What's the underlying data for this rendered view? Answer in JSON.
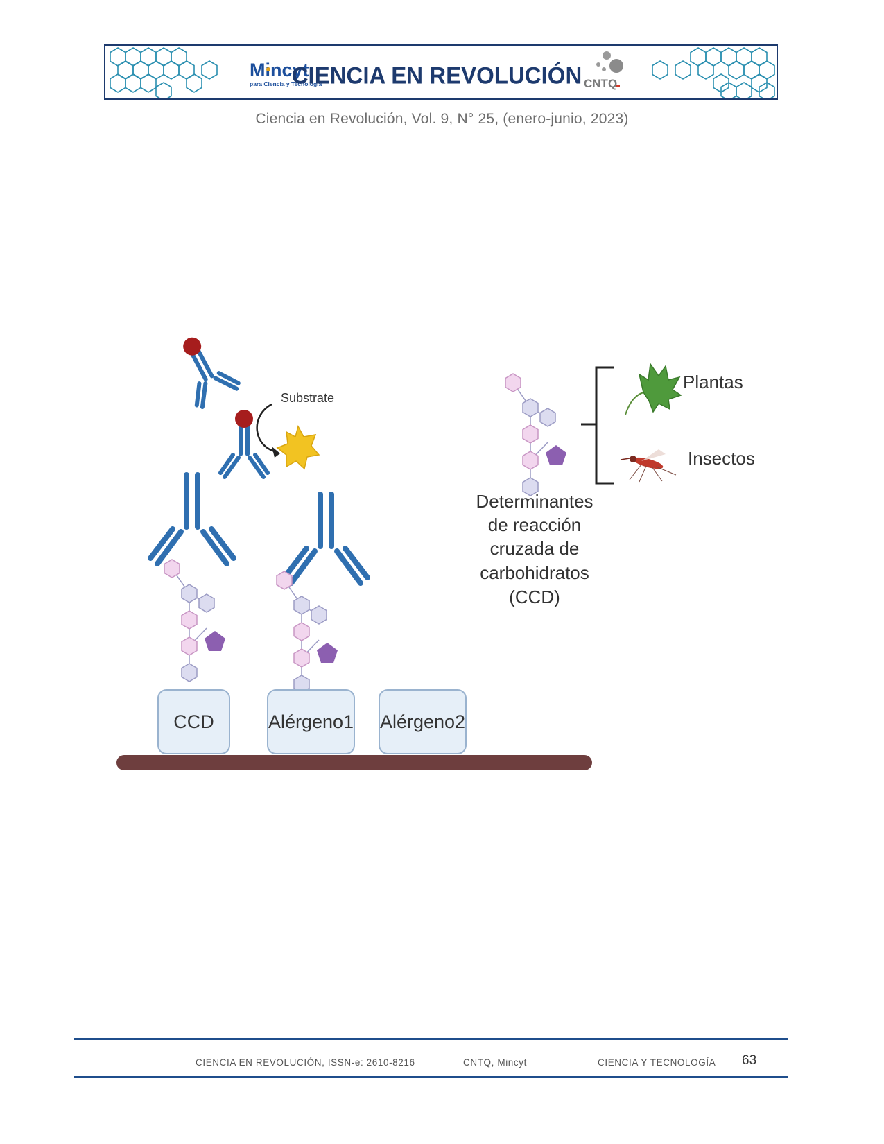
{
  "header": {
    "logo_left_name": "Mincyt",
    "logo_left_sub": "para Ciencia y Tecnología",
    "journal_title": "CIENCIA EN REVOLUCIÓN",
    "logo_right_name": "CNTQ",
    "issue_line": "Ciencia en Revolución, Vol. 9, N° 25, (enero-junio, 2023)"
  },
  "figure": {
    "substrate_label": "Substrate",
    "boxes": [
      "CCD",
      "Alérgeno1",
      "Alérgeno2"
    ],
    "ccd_caption": [
      "Determinantes",
      "de reacción",
      "cruzada de",
      "carbohidratos",
      "(CCD)"
    ],
    "sources": [
      "Plantas",
      "Insectos"
    ],
    "colors": {
      "antibody": "#2f6fb0",
      "conjugate": "#a61d1d",
      "substrate": "#f2c322",
      "sugar_lavender": "#dcdcf0",
      "sugar_pink": "#f2d6ee",
      "pentagon": "#8c5fb0",
      "surface": "#6e3e3e"
    }
  },
  "footer": {
    "journal_issn": "CIENCIA EN REVOLUCIÓN, ISSN-e: 2610-8216",
    "publisher": "CNTQ, Mincyt",
    "section": "CIENCIA Y TECNOLOGÍA",
    "page": "63"
  }
}
